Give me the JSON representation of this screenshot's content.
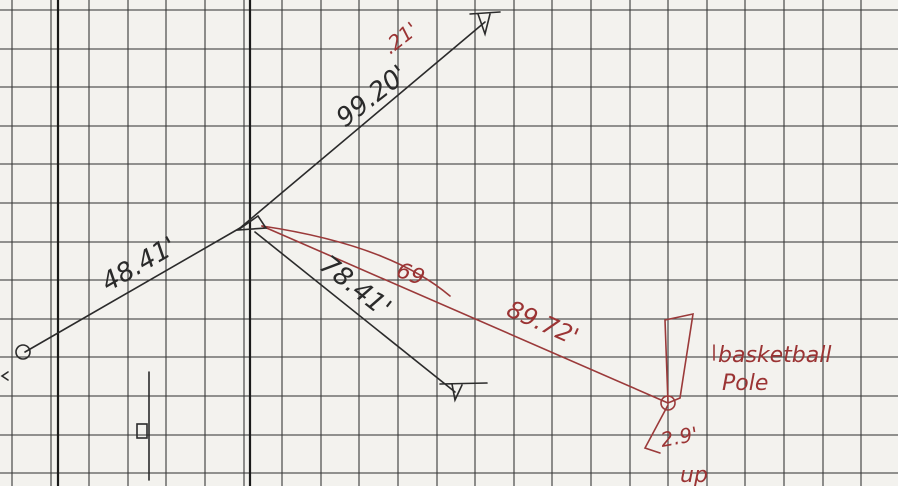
{
  "labels": {
    "dist_left": "48.41'",
    "dist_upper_right": "99.20'",
    "dist_upper_right_small": ".21'",
    "dist_lower": "78.41'",
    "dist_red_mid": "69",
    "dist_red": "89.72'",
    "pole_word1": "basketball",
    "pole_word2": "Pole",
    "pole_offset": "2.9'",
    "pole_bottom": "up"
  },
  "colors": {
    "paper": "#f3f2ee",
    "grid": "#3a3a3a",
    "ink_black": "#2b2b2b",
    "ink_red": "#9b3a3a"
  }
}
